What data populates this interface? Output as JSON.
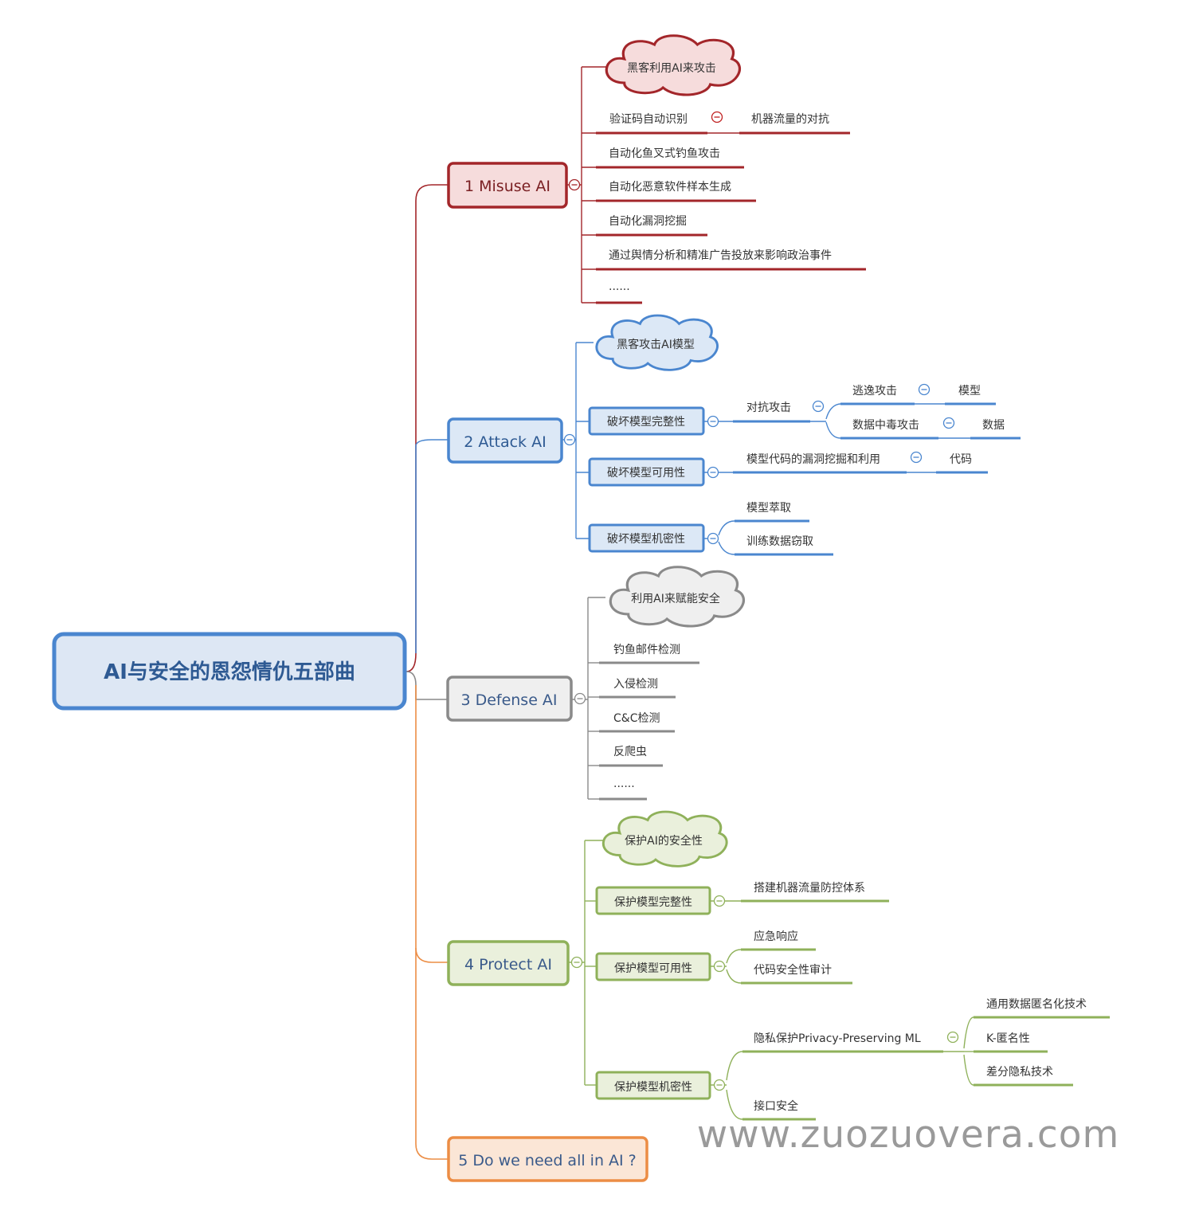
{
  "root": {
    "title": "AI与安全的恩怨情仇五部曲"
  },
  "watermark": "www.zuozuovera.com",
  "colors": {
    "misuse": "#a3262a",
    "misuse_fill": "#f6dcdc",
    "attack": "#4a86cf",
    "attack_fill": "#dce8f6",
    "defense": "#8a8a8a",
    "defense_fill": "#efefef",
    "protect": "#8fb15a",
    "protect_fill": "#eaf0dc",
    "need": "#ec8d45",
    "need_fill": "#fbe6d6",
    "root": "#4a86cf",
    "root_fill": "#dde7f4",
    "watermark": "#9a9a9a"
  },
  "icons": {
    "collapse": "collapse-minus-icon"
  },
  "branches": {
    "misuse": {
      "label": "1 Misuse AI",
      "cloud": "黑客利用AI来攻击",
      "items": [
        "验证码自动识别",
        "机器流量的对抗",
        "自动化鱼叉式钓鱼攻击",
        "自动化恶意软件样本生成",
        "自动化漏洞挖掘",
        "通过舆情分析和精准广告投放来影响政治事件",
        "......"
      ]
    },
    "attack": {
      "label": "2 Attack AI",
      "cloud": "黑客攻击AI模型",
      "integrity": "破坏模型完整性",
      "adversarial": "对抗攻击",
      "evasion": "逃逸攻击",
      "model": "模型",
      "poison": "数据中毒攻击",
      "data": "数据",
      "availability": "破坏模型可用性",
      "code_vuln": "模型代码的漏洞挖掘和利用",
      "code": "代码",
      "confidentiality": "破坏模型机密性",
      "extract": "模型萃取",
      "steal": "训练数据窃取"
    },
    "defense": {
      "label": "3 Defense AI",
      "cloud": "利用AI来赋能安全",
      "items": [
        "钓鱼邮件检测",
        "入侵检测",
        "C&C检测",
        "反爬虫",
        "......"
      ]
    },
    "protect": {
      "label": "4 Protect AI",
      "cloud": "保护AI的安全性",
      "integrity": "保护模型完整性",
      "traffic": "搭建机器流量防控体系",
      "availability": "保护模型可用性",
      "emergency": "应急响应",
      "code_audit": "代码安全性审计",
      "confidentiality": "保护模型机密性",
      "privacy": "隐私保护Privacy-Preserving ML",
      "anon": "通用数据匿名化技术",
      "kanon": "K-匿名性",
      "dp": "差分隐私技术",
      "api": "接口安全"
    },
    "need": {
      "label": "5 Do we need all in AI ?"
    }
  }
}
